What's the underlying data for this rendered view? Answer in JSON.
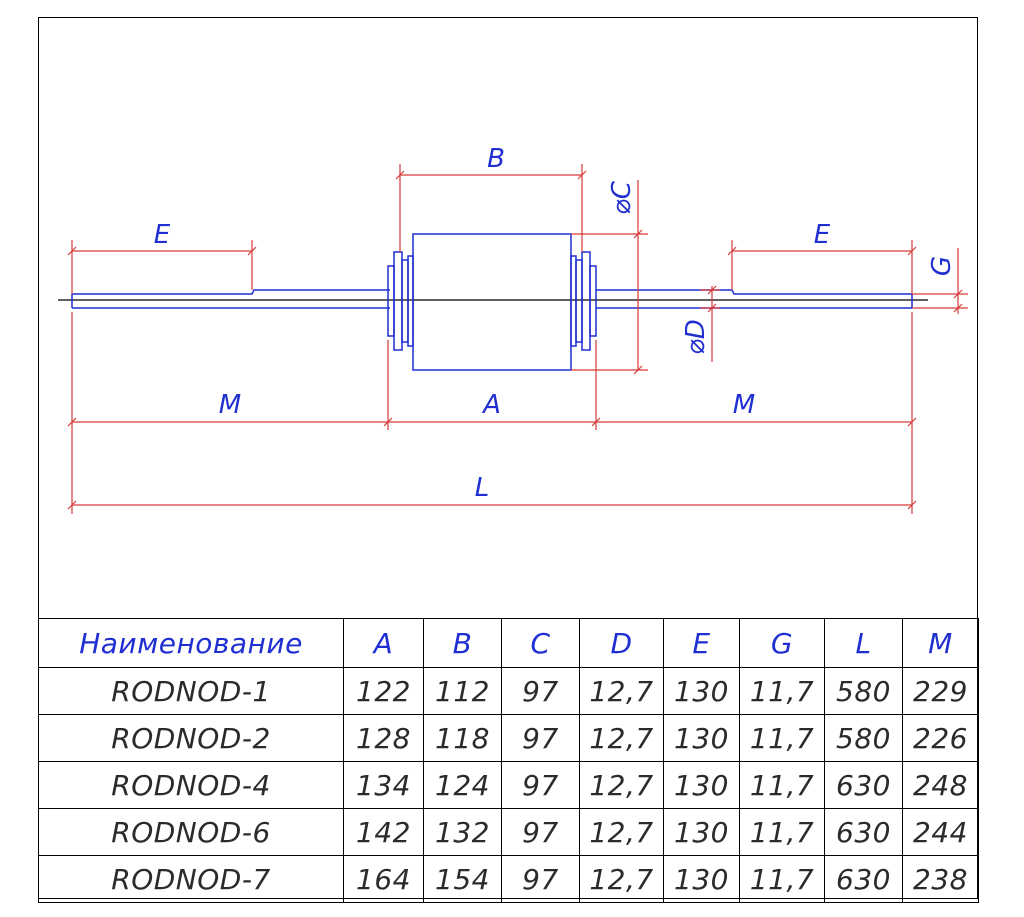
{
  "drawing": {
    "labels": {
      "b": "B",
      "c": "⌀C",
      "e_left": "E",
      "e_right": "E",
      "g": "G",
      "d": "⌀D",
      "m_left": "M",
      "a": "A",
      "m_right": "M",
      "l": "L"
    }
  },
  "table": {
    "headers": [
      "Наименование",
      "A",
      "B",
      "C",
      "D",
      "E",
      "G",
      "L",
      "M"
    ],
    "rows": [
      [
        "RODNOD-1",
        "122",
        "112",
        "97",
        "12,7",
        "130",
        "11,7",
        "580",
        "229"
      ],
      [
        "RODNOD-2",
        "128",
        "118",
        "97",
        "12,7",
        "130",
        "11,7",
        "580",
        "226"
      ],
      [
        "RODNOD-4",
        "134",
        "124",
        "97",
        "12,7",
        "130",
        "11,7",
        "630",
        "248"
      ],
      [
        "RODNOD-6",
        "142",
        "132",
        "97",
        "12,7",
        "130",
        "11,7",
        "630",
        "244"
      ],
      [
        "RODNOD-7",
        "164",
        "154",
        "97",
        "12,7",
        "130",
        "11,7",
        "630",
        "238"
      ]
    ]
  },
  "colors": {
    "outline": "#1f2fd1",
    "dimension": "#d83a3a",
    "axis": "#000000"
  }
}
